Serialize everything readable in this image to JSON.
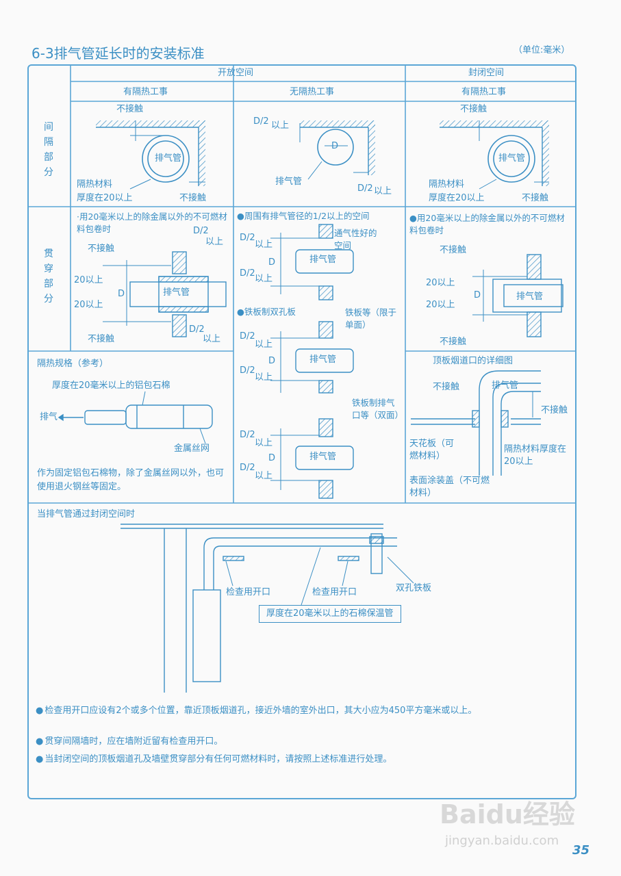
{
  "page": {
    "title": "6-3排气管延长时的安装标准",
    "unit": "（单位:毫米）",
    "page_number": "35",
    "watermark_brand": "Baidu经验",
    "watermark_url": "jingyan.baidu.com"
  },
  "table": {
    "col_open": "开放空间",
    "col_closed": "封闭空间",
    "sub_open_insulated": "有隔热工事",
    "sub_open_no_insulation": "无隔热工事",
    "sub_closed_insulated": "有隔热工事",
    "row_partition": "间隔部分",
    "row_penetration": "贯穿部分"
  },
  "partition": {
    "no_contact": "不接触",
    "pipe": "排气管",
    "insulation_material": "隔热材料",
    "thickness": "厚度在20以上",
    "d_half": "D/2",
    "above": "以上",
    "d": "D"
  },
  "penetration": {
    "left_note": "·用20毫米以上的除金属以外的不可燃材料包卷时",
    "middle_note": "●周围有排气管径的1/2以上的空间",
    "ventilated": "通气性好的空间",
    "steel_double": "●铁板制双孔板",
    "steel_board": "铁板等（限于单面）",
    "steel_exhaust": "铁板制排气口等（双面）",
    "right_note": "●用20毫米以上的除金属以外的不可燃材料包卷时",
    "above20": "20以上"
  },
  "insulation_spec": {
    "heading": "隔热规格（参考）",
    "caption": "厚度在20毫米以上的铝包石棉",
    "exhaust": "排气",
    "wire_mesh": "金属丝网",
    "note": "作为固定铝包石棉物，除了金属丝网以外，也可使用退火钢丝等固定。"
  },
  "ceiling_detail": {
    "heading": "顶板烟道口的详细图",
    "ceiling_board": "天花板（可燃材料）",
    "surface_cover": "表面涂装盖（不可燃材料）",
    "insulation": "隔热材料厚度在20以上"
  },
  "closed_space": {
    "heading": "当排气管通过封闭空间时",
    "inspection_opening": "检查用开口",
    "double_hole_plate": "双孔铁板",
    "asbestos_pipe": "厚度在20毫米以上的石棉保温管"
  },
  "notes": [
    "检查用开口应设有2个或多个位置，靠近顶板烟道孔，接近外墙的室外出口，其大小应为450平方毫米或以上。",
    "贯穿间隔墙时，应在墙附近留有检查用开口。",
    "当封闭空间的顶板烟道孔及墙壁贯穿部分有任何可燃材料时，请按照上述标准进行处理。"
  ],
  "colors": {
    "ink": "#3b8fc4",
    "frame": "#5aa6d6",
    "paper": "#fafafa"
  }
}
